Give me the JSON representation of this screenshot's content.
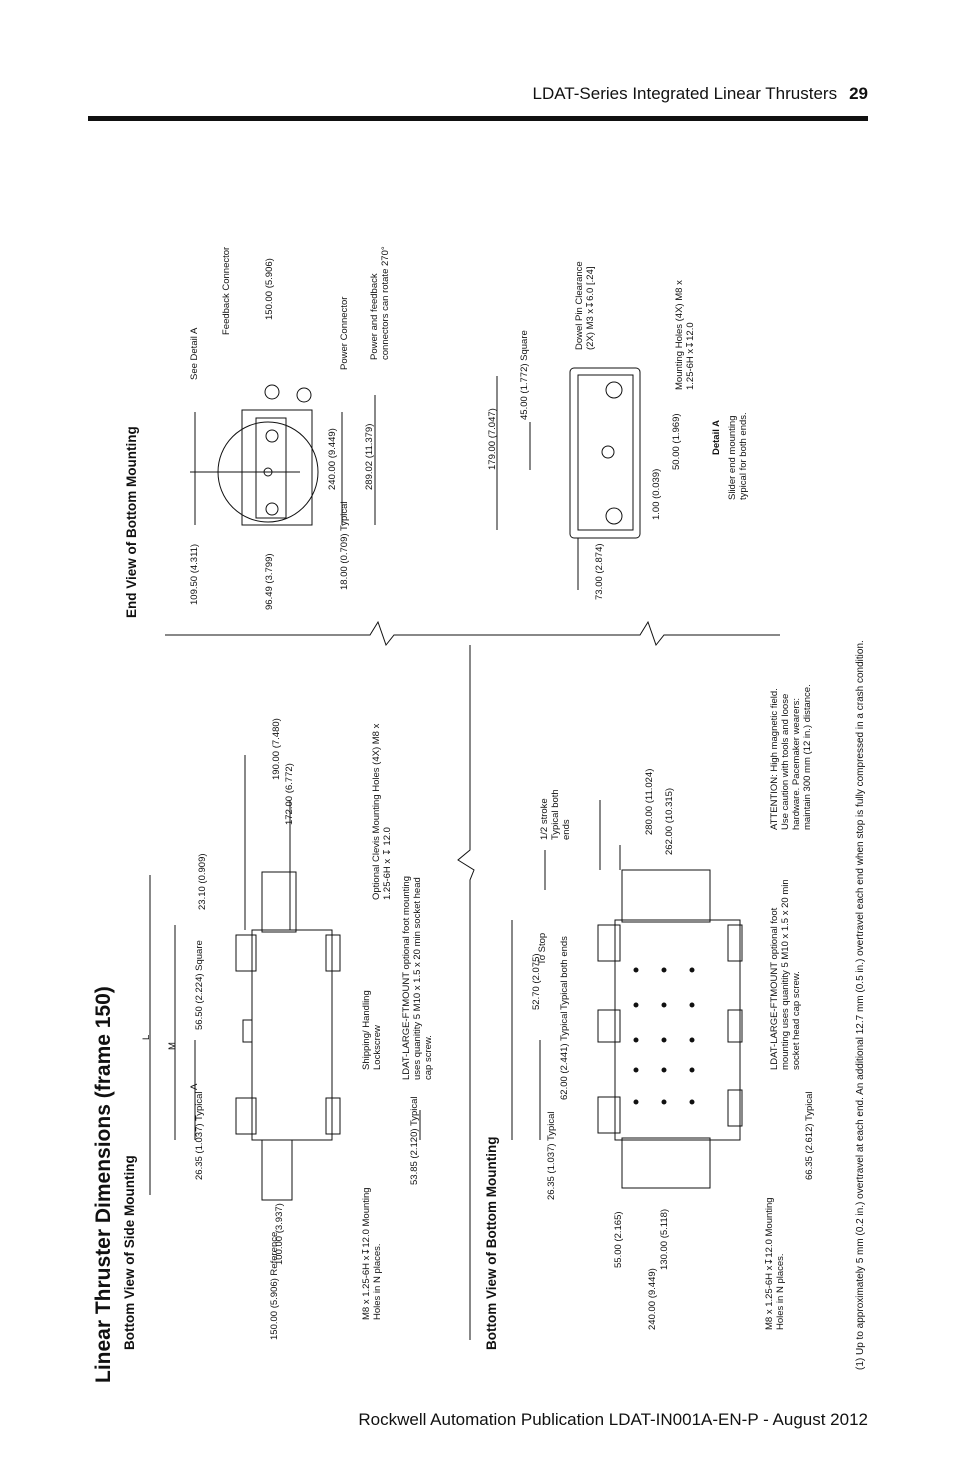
{
  "header": {
    "title": "LDAT-Series Integrated Linear Thrusters",
    "page": "29"
  },
  "section_title": "Linear Thruster Dimensions (frame 150)",
  "views": {
    "side": "Bottom View of Side Mounting",
    "bottom": "Bottom View of Bottom Mounting",
    "end": "End View of Bottom Mounting"
  },
  "notes": {
    "clevis": "Optional Clevis Mounting Holes (4X) M8 x 1.25-6H x ↧ 12.0",
    "shipping": "Shipping/ Handling Lockscrew",
    "ftmount": "LDAT-LARGE-FTMOUNT optional foot mounting uses quanitity 5 M10 x 1.5 x 20 min socket head cap screw.",
    "m8holes": "M8 x 1.25-6H x↧12.0 Mounting Holes in N places.",
    "stroke": "1/2 stroke Typical both ends",
    "tostop": "To Stop",
    "tostop2": "Typical both ends",
    "attention": "ATTENTION: High magnetic field. Use caution with tools and loose hardware. Pacemaker wearers: maintain 300 mm (12 in.) distance.",
    "feedback": "Feedback Connector",
    "power": "Power Connector",
    "rotate": "Power and feedback connectors can rotate 270°",
    "seedetail": "See Detail A",
    "dowel": "Dowel Pin Clearance (2X) M3 x↧6.0 [.24]",
    "mountholes": "Mounting Holes (4X) M8 x 1.25-6H x↧12.0",
    "detail": "Detail A",
    "detail_sub": "Slider end mounting typical for both ends."
  },
  "dims": {
    "d150": "150.00 (5.906) Reference",
    "d100": "100.00 (3.937)",
    "d2635": "26.35 (1.037) Typical",
    "d5650": "56.50 (2.224) Square",
    "d2310": "23.10 (0.909)",
    "d5385": "53.85 (2.120) Typical",
    "d172": "172.00 (6.772)",
    "d190": "190.00 (7.480)",
    "L": "L",
    "M": "M",
    "A": "A",
    "d240b": "240.00 (9.449)",
    "d130": "130.00 (5.118)",
    "d55": "55.00 (2.165)",
    "d2635b": "26.35 (1.037) Typical",
    "d62": "62.00 (2.441) Typical",
    "d5270": "52.70 (2.075)",
    "d6635": "66.35 (2.612) Typical",
    "d262": "262.00 (10.315)",
    "d280": "280.00 (11.024)",
    "d10950": "109.50 (4.311)",
    "d9649": "96.49 (3.799)",
    "d18": "18.00 (0.709) Typical",
    "d240e": "240.00 (9.449)",
    "d28902": "289.02 (11.379)",
    "d150e": "150.00 (5.906)",
    "d73": "73.00 (2.874)",
    "d100e": "1.00 (0.039)",
    "d50": "50.00 (1.969)",
    "d45": "45.00 (1.772) Square",
    "d179": "179.00 (7.047)"
  },
  "footnote": "(1) Up to approximately 5 mm (0.2 in.) overtravel at each end. An additional 12.7 mm (0.5 in.) overtravel each end when stop is fully compressed in a crash condition.",
  "footer": "Rockwell Automation Publication LDAT-IN001A-EN-P - August 2012"
}
